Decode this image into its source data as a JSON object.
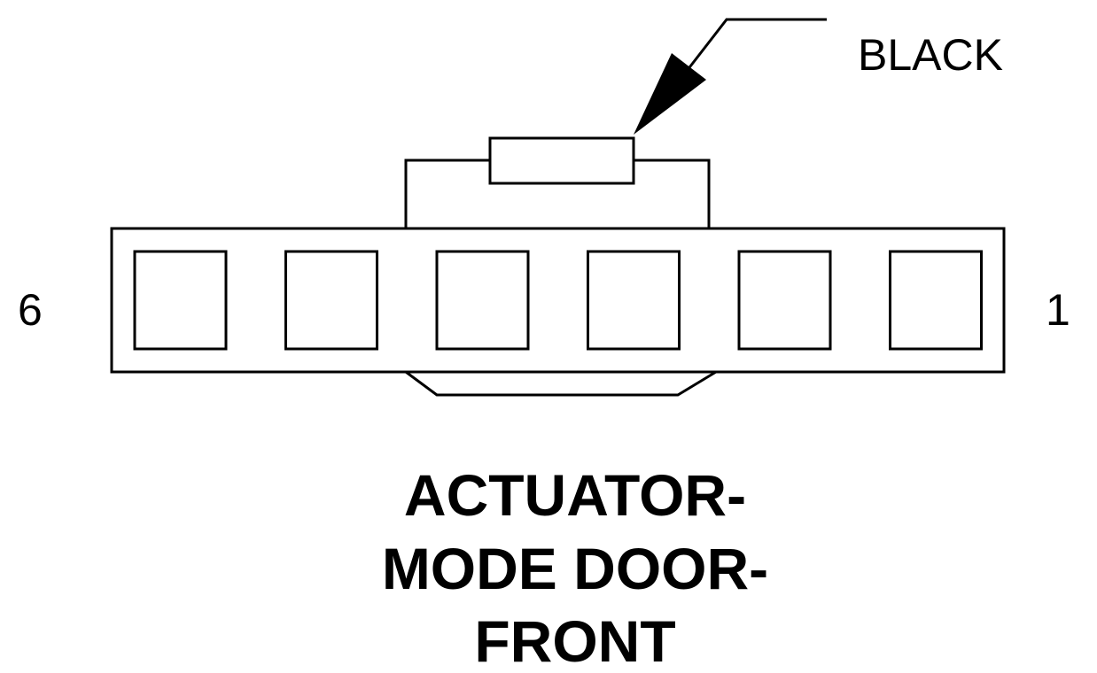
{
  "connector": {
    "wire_color_label": "BLACK",
    "pin_left_label": "6",
    "pin_right_label": "1",
    "cavity_count": 6
  },
  "title": {
    "line1": "ACTUATOR-",
    "line2": "MODE DOOR-",
    "line3": "FRONT"
  }
}
